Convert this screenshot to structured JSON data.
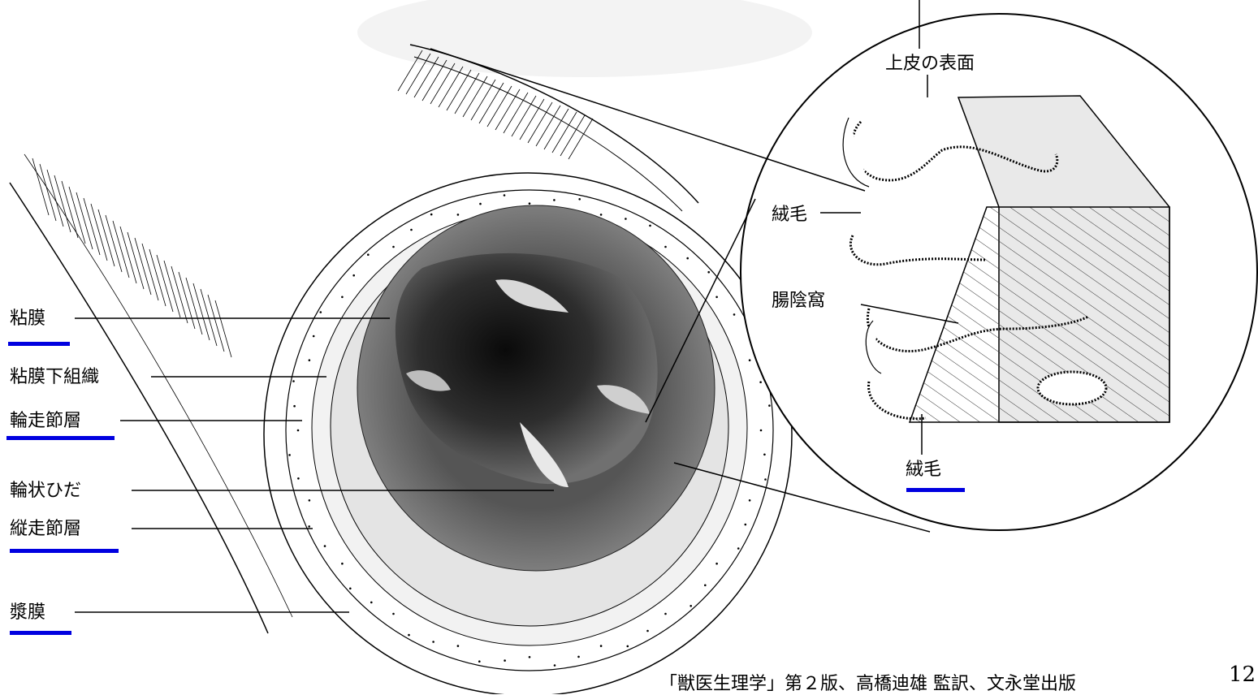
{
  "labels": {
    "mucosa": "粘膜",
    "submucosa": "粘膜下組織",
    "circular_muscle": "輪走節層",
    "circular_folds": "輪状ひだ",
    "longitudinal_muscle": "縦走節層",
    "serosa": "漿膜",
    "epithelium_surface": "上皮の表面",
    "villi_upper": "絨毛",
    "crypt": "腸陰窩",
    "villi_lower": "絨毛"
  },
  "caption": "「獣医生理学」第２版、高橋迪雄 監訳、文永堂出版",
  "page_number": "12",
  "colors": {
    "underline": "#0000e0",
    "line": "#000000",
    "lumen_dark": "#1a1a1a",
    "mucosa_mid": "#6e6e6e",
    "submucosa_light": "#e6e6e6"
  }
}
